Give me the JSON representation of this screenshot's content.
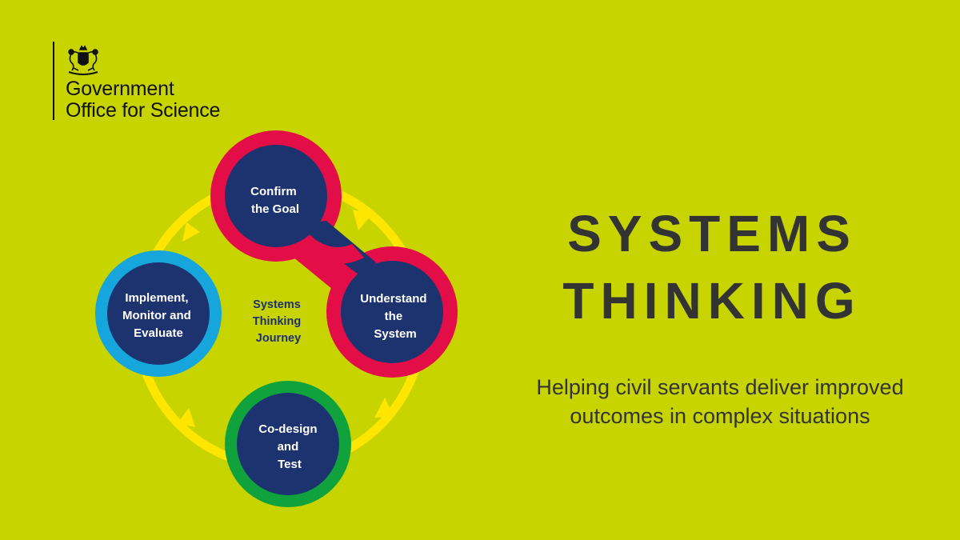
{
  "logo": {
    "line1": "Government",
    "line2": "Office for Science",
    "crest_icon": "royal-coat-of-arms-icon"
  },
  "diagram": {
    "center": [
      "Systems",
      "Thinking",
      "Journey"
    ],
    "nodes": [
      {
        "id": "confirm",
        "lines": [
          "Confirm",
          "the Goal"
        ],
        "ring_color": "#e30d47"
      },
      {
        "id": "understand",
        "lines": [
          "Understand",
          "the",
          "System"
        ],
        "ring_color": "#e30d47"
      },
      {
        "id": "codesign",
        "lines": [
          "Co-design",
          "and",
          "Test"
        ],
        "ring_color": "#10a23c"
      },
      {
        "id": "implement",
        "lines": [
          "Implement,",
          "Monitor and",
          "Evaluate"
        ],
        "ring_color": "#17a6dc"
      }
    ],
    "colors": {
      "node_fill": "#1d3370",
      "cycle_ring": "#ffe600",
      "arrow": "#ffe600",
      "background": "#c8d400"
    }
  },
  "heading": {
    "line1": "SYSTEMS",
    "line2": "THINKING"
  },
  "tagline": {
    "line1": "Helping civil servants deliver improved",
    "line2": "outcomes in complex situations"
  }
}
